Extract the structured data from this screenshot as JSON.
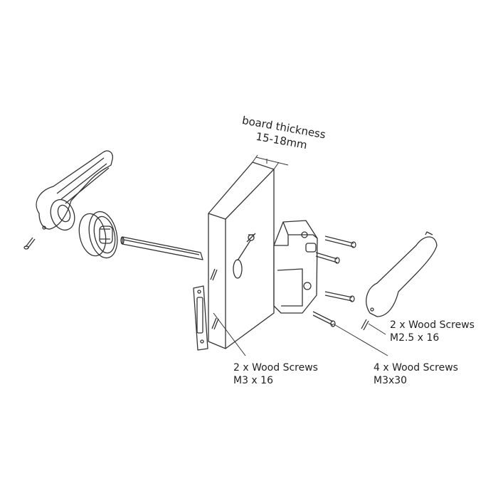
{
  "labels": {
    "board_thickness": {
      "title": "board thickness",
      "value": "15-18mm"
    },
    "strike_screws": {
      "qty": "2 x Wood Screws",
      "size": "M3 x 16"
    },
    "handle_screws": {
      "qty": "2 x Wood Screws",
      "size": "M2.5 x 16"
    },
    "latch_screws": {
      "qty": "4 x Wood Screws",
      "size": "M3x30"
    }
  },
  "colors": {
    "line": "#333333",
    "background": "#ffffff"
  }
}
